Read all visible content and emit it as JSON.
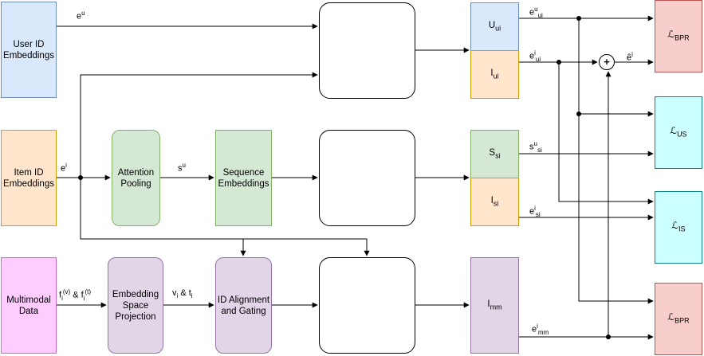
{
  "boxes": {
    "user_id": "User ID Embeddings",
    "item_id": "Item ID Embeddings",
    "multimodal": "Multimodal Data",
    "attention": "Attention Pooling",
    "sequence": "Sequence Embeddings",
    "projection": "Embedding Space Projection",
    "alignment": "ID Alignment and Gating"
  },
  "stacks": {
    "u_ui": {
      "main": "U",
      "sub": "ui"
    },
    "i_ui": {
      "main": "I",
      "sub": "ui"
    },
    "s_si": {
      "main": "S",
      "sub": "si"
    },
    "i_si": {
      "main": "I",
      "sub": "si"
    },
    "i_mm": {
      "main": "I",
      "sub": "mm"
    }
  },
  "losses": {
    "bpr_top": {
      "main": "ℒ",
      "sub": "BPR"
    },
    "us": {
      "main": "ℒ",
      "sub": "US"
    },
    "is": {
      "main": "ℒ",
      "sub": "IS"
    },
    "bpr_bottom": {
      "main": "ℒ",
      "sub": "BPR"
    }
  },
  "edge_labels": {
    "eu": {
      "main": "e",
      "sup": "u"
    },
    "ei": {
      "main": "e",
      "sup": "i"
    },
    "su": {
      "main": "s",
      "sup": "u"
    },
    "f": {
      "a": "f",
      "a_sub": "i",
      "a_sup": "(v)",
      "mid": " & ",
      "b": "f",
      "b_sub": "i",
      "b_sup": "(t)"
    },
    "vt": {
      "a": "v",
      "a_sub": "i",
      "mid": " & ",
      "b": "t",
      "b_sub": "i"
    },
    "eu_ui": {
      "main": "e",
      "sup": "u",
      "sub": "ui"
    },
    "ei_ui": {
      "main": "e",
      "sup": "i",
      "sub": "ui"
    },
    "ehat": {
      "main": "ê",
      "sup": "i"
    },
    "su_si": {
      "main": "s",
      "sup": "u",
      "sub": "si"
    },
    "ei_si": {
      "main": "e",
      "sup": "i",
      "sub": "si"
    },
    "ei_mm": {
      "main": "e",
      "sup": "i",
      "sub": "mm"
    }
  },
  "sum_symbol": "+",
  "colors": {
    "user_fill": "#dae8fc",
    "user_border": "#6c8ebf",
    "item_fill": "#ffe6cc",
    "item_border": "#d79b00",
    "mm_fill": "#ffccff",
    "mm_border": "#cc66cc",
    "green_fill": "#d5e8d4",
    "green_border": "#82b366",
    "purple_fill": "#e1d5e7",
    "purple_border": "#9673a6",
    "purple_dark": "#ccccff",
    "loss_red_fill": "#f8cecc",
    "loss_red_border": "#b85450",
    "loss_cyan_fill": "#ccffff",
    "loss_cyan_border": "#0e8088",
    "imm_fill": "#e1d5e7"
  }
}
